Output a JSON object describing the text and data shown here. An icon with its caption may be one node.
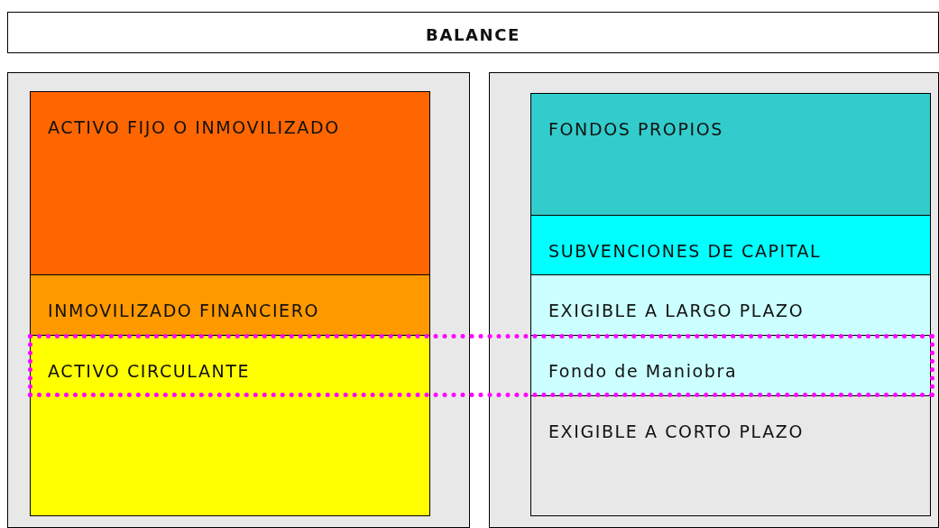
{
  "diagram": {
    "nodes": [
      {
        "text": [
          "BALANCE"
        ]
      },
      {
        "text": [],
        "shape": "box"
      },
      {
        "text": [
          "ACTIVO FIJO O INMOVILIZADO"
        ],
        "in": 1
      },
      {
        "text": [
          "INMOVILIZADO FINANCIERO"
        ],
        "in": 1
      },
      {
        "text": [
          "ACTIVO CIRCULANTE"
        ],
        "in": 1
      },
      {
        "text": [],
        "shape": "box"
      },
      {
        "text": [
          "FONDOS PROPIOS"
        ],
        "in": 5
      },
      {
        "text": [
          "SUBVENCIONES DE CAPITAL"
        ],
        "in": 5
      },
      {
        "text": [
          "EXIGIBLE A LARGO PLAZO"
        ],
        "in": 5
      },
      {
        "text": [
          "Fondo de Maniobra"
        ],
        "in": 5
      },
      {
        "text": [
          "EXIGIBLE A CORTO PLAZO"
        ],
        "in": 5
      }
    ]
  }
}
